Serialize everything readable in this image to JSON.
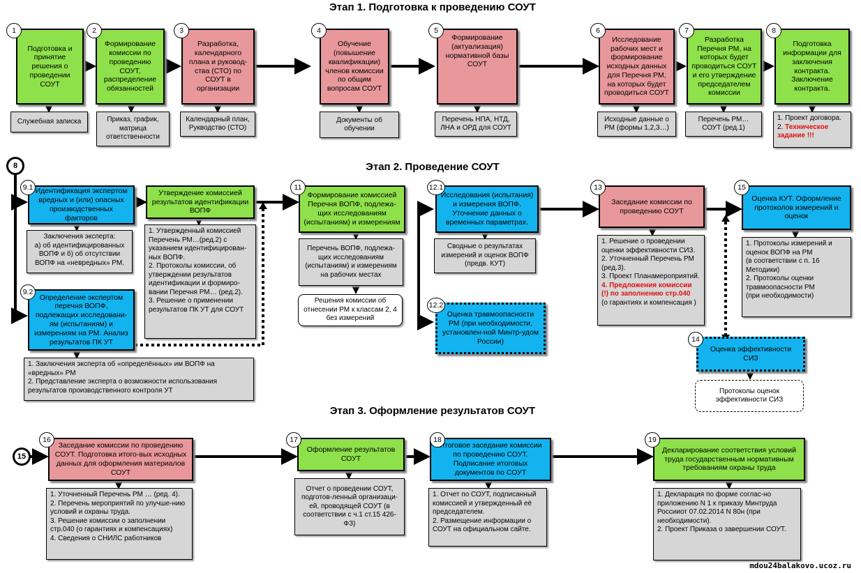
{
  "stage1": {
    "title": "Этап 1. Подготовка к проведению СОУТ",
    "steps": [
      {
        "num": "1",
        "text": "Подготовка и принятие решения о проведении СОУТ",
        "doc": "Служебная записка"
      },
      {
        "num": "2",
        "text": "Формирование комиссии по проведению СОУТ, распределение обязанностей",
        "doc": "Приказ, график, матрица ответственности"
      },
      {
        "num": "3",
        "text": "Разработка, календарного плана и руковод-ства (СТО) по СОУТ в организации",
        "doc": "Календарный план, Рукводство (СТО)"
      },
      {
        "num": "4",
        "text": "Обучение (повышение квалификации) членов комиссии по общим вопросам СОУТ",
        "doc": "Документы об обучении"
      },
      {
        "num": "5",
        "text": "Формирование (актуализация) нормативной базы СОУТ",
        "doc": "Перечень НПА, НТД, ЛНА и ОРД для СОУТ"
      },
      {
        "num": "6",
        "text": "Исследование рабочих мест и формирование исходных данных для Перечня РМ, на которых будет проводиться СОУТ",
        "doc": "Исходные данные о РМ (формы 1,2,3…)"
      },
      {
        "num": "7",
        "text": "Разработка Перечня РМ, на которых будет проводиться СОУТ и его утверждение председателем комиссии",
        "doc": "Перечень РМ…СОУТ (ред.1)"
      },
      {
        "num": "8",
        "text": "Подготовка информации для заключения контракта. Заключение контракта.",
        "doc1": "1. Проект договора.",
        "doc2a": "2. ",
        "doc2b": "Техническое задание !!!"
      }
    ]
  },
  "stage2": {
    "title": "Этап 2. Проведение СОУТ",
    "start": "8",
    "s91": {
      "num": "9.1",
      "text": "Идентификация экспертом вредных и (или) опасных производственных факторов",
      "doc": [
        "Заключения эксперта:",
        "а) об идентифицированных ВОПФ и б) об отсутствии ВОПФ на «невредных» РМ."
      ]
    },
    "s92": {
      "num": "9.2",
      "text": "Определение экспертом перечня ВОПФ, подлежащих исследовани-ям (испытаниям) и измерениям на РМ. Анализ результатов ПК УТ",
      "doc": [
        "1.  Заключения эксперта об «определённых» им ВОПФ на «вредных» РМ",
        "2.  Представление эксперта о возможности использования результатов  производственного контроля УТ"
      ]
    },
    "s10": {
      "text": "Утверждение комиссией результатов идентификации ВОПФ",
      "doc": [
        "1. Утвержденный комиссией Перечень РМ…(ред.2) с указанием идентифицирован-ных ВОПФ.",
        "2. Протоколы комиссии, об утверждении результатов идентификации и формиро-вании Перечня РМ… (ред.2).",
        "3. Решение о применении результатов ПК УТ для СОУТ"
      ]
    },
    "s11": {
      "num": "11",
      "text": "Формирование комиссией Перечня ВОПФ, подлежа-щих исследованиям (испытаниям) и измерениям",
      "doc": "Перечень ВОПФ, подлежа-щих исследованиям (испытаниям) и измерениям на рабочих местах",
      "doc2": "Решения комиссии об отнесении РМ к классам 2, 4 без измерений"
    },
    "s121": {
      "num": "12.1",
      "text": "Исследования (испытания) и измерения ВОПФ. Уточнение данных о временных параметрах.",
      "doc": "Сводные о результатах измерений и оценок ВОПФ (предв. КУТ)"
    },
    "s122": {
      "num": "12.2",
      "text": "Оценка травмоопасности РМ (при необходимости, установлен-ной Минтр-удом России)"
    },
    "s13": {
      "num": "13",
      "text": "Заседание комиссии по проведению СОУТ",
      "doc": [
        "1. Решение о проведении оценки эффективности СИЗ.",
        "2. Уточненный Перечень РМ (ред.3).",
        "3. Проект Планамероприятий."
      ],
      "doc_red": "4. Предложения комиссии (!) по заполнению стр.040",
      "doc_end": "(о гарантиях и компенсация )"
    },
    "s14": {
      "num": "14",
      "text": "Оценка эффективности СИЗ",
      "doc": "Протоколы оценок эффективности СИЗ"
    },
    "s15": {
      "num": "15",
      "text": "Оценка КУТ. Оформление протоколов измерений и оценок",
      "doc": [
        "1. Протоколы измерений и оценок ВОПФ на РМ",
        "(в соответствии с п. 16 Методики)",
        "2. Протоколы оценки травмоопасности РМ",
        "(при необходимости)"
      ]
    }
  },
  "stage3": {
    "title": "Этап 3. Оформление результатов СОУТ",
    "start": "15",
    "s16": {
      "num": "16",
      "text": "Заседание комиссии по проведению СОУТ. Подготовка итого-вых исходных данных для оформления материалов СОУТ",
      "doc": [
        "1. Уточненный Перечень РМ … (ред. 4).",
        "2. Перечень мероприятий по улучше-нию условий и охраны труда.",
        "3. Решение комиссии о заполнении стр.040 (о гарантиях и компенсациях)",
        "4. Сведения о СНИЛС работников"
      ]
    },
    "s17": {
      "num": "17",
      "text": "Оформление результатов СОУТ",
      "doc": "Отчет о проведении СОУТ, подготов-ленный организаци-ей, проводящей СОУТ (в соответствии с ч.1 ст.15 426-ФЗ)"
    },
    "s18": {
      "num": "18",
      "text": "Итоговое заседание комиссии по проведению СОУТ. Подписание итоговых документов по СОУТ",
      "doc": [
        "1. Отчет по СОУТ, подписанный комиссией и утвержденный её председателем.",
        "2. Размещение информации о СОУТ на официальном сайте."
      ]
    },
    "s19": {
      "num": "19",
      "text": "Декларирование соответствия условий труда государственным нормативным требованиям охраны труда",
      "doc": [
        "1. Декларация по форме соглас-но приложению N 1 к приказу Минтруда Россииот 07.02.2014 N 80н (при необходимости).",
        "2. Проект Приказа о завершении СОУТ."
      ]
    }
  },
  "footer": "mdou24balakovo.ucoz.ru",
  "colors": {
    "green": "#8ee14a",
    "pink": "#e8989b",
    "blue": "#12b3ee",
    "doc": "#d6d6d6",
    "red": "#e01010"
  }
}
